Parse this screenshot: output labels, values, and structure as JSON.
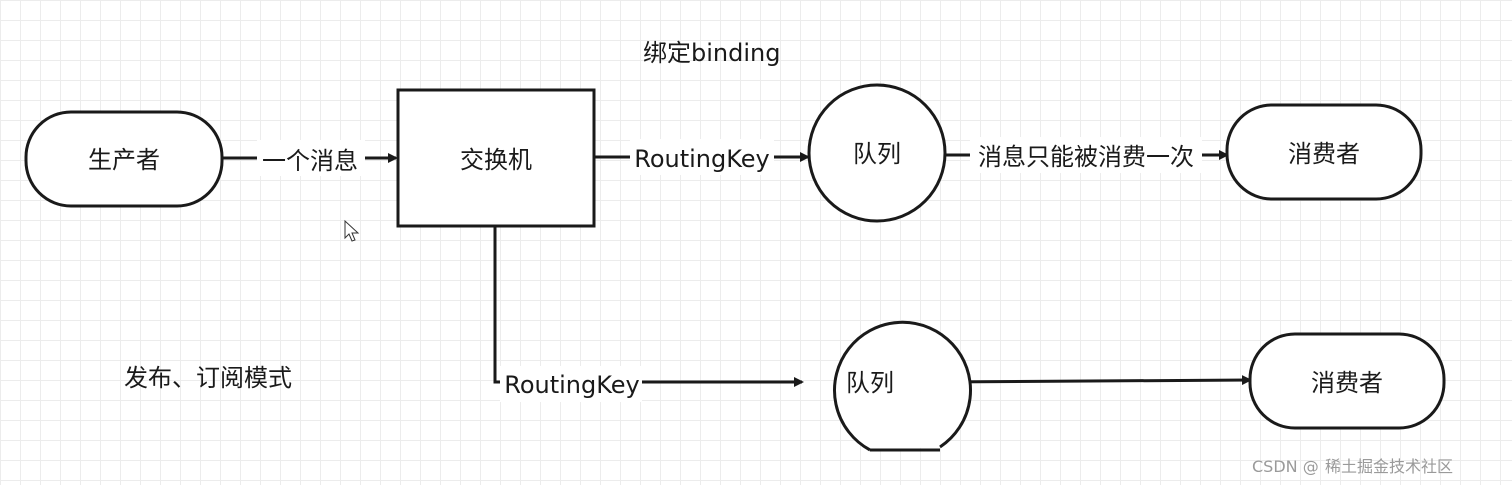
{
  "diagram": {
    "binding_label": "绑定binding",
    "mode_label": "发布、订阅模式",
    "producer": "生产者",
    "exchange": "交换机",
    "queue_top": "队列",
    "queue_bottom": "队列",
    "consumer_top": "消费者",
    "consumer_bottom": "消费者",
    "edge_producer_exchange": "一个消息",
    "edge_exchange_queue_top": "RoutingKey",
    "edge_queue_consumer_top": "消息只能被消费一次",
    "edge_exchange_queue_bottom": "RoutingKey"
  },
  "watermark": {
    "site": "CSDN @",
    "text": "稀土掘金技术社区"
  },
  "colors": {
    "stroke": "#1a1a1a",
    "grid": "#ececec",
    "watermark": "#9a9a9a"
  }
}
